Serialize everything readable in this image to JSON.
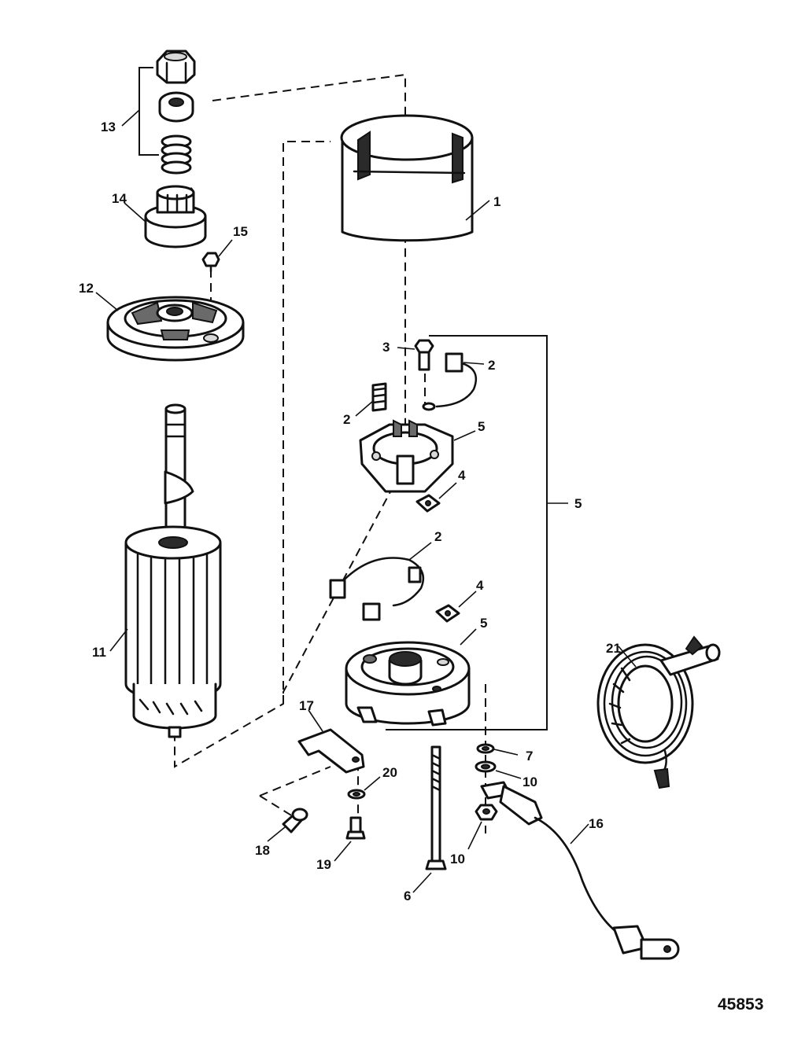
{
  "figure_number": "45853",
  "callouts": {
    "c1": "1",
    "c2a": "2",
    "c2b": "2",
    "c2c": "2",
    "c3": "3",
    "c4a": "4",
    "c4b": "4",
    "c5a": "5",
    "c5b": "5",
    "c5c": "5",
    "c6": "6",
    "c7": "7",
    "c10a": "10",
    "c10b": "10",
    "c11": "11",
    "c12": "12",
    "c13": "13",
    "c14": "14",
    "c15": "15",
    "c16": "16",
    "c17": "17",
    "c18": "18",
    "c19": "19",
    "c20": "20",
    "c21": "21"
  }
}
